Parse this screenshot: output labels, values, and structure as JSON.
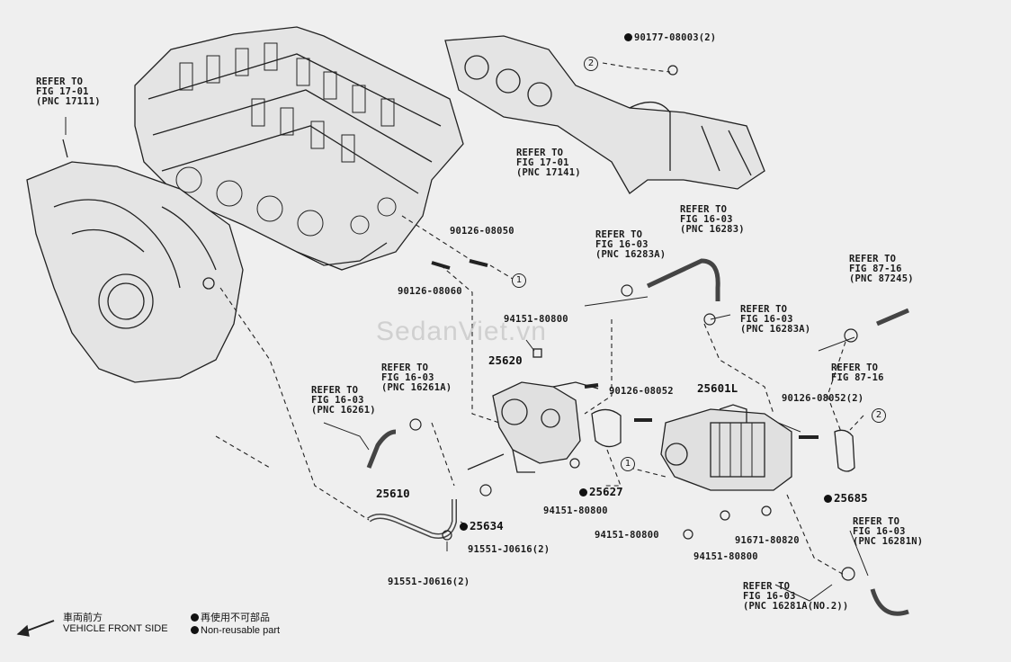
{
  "watermark": "SedanViet.vn",
  "refs": {
    "r1": [
      "REFER TO",
      "FIG 17-01",
      "(PNC 17111)"
    ],
    "r2": [
      "REFER TO",
      "FIG 17-01",
      "(PNC 17141)"
    ],
    "r3": [
      "REFER TO",
      "FIG 16-03",
      "(PNC 16283)"
    ],
    "r4": [
      "REFER TO",
      "FIG 16-03",
      "(PNC 16283A)"
    ],
    "r5": [
      "REFER TO",
      "FIG 87-16",
      "(PNC 87245)"
    ],
    "r6": [
      "REFER TO",
      "FIG 16-03",
      "(PNC 16283A)"
    ],
    "r7": [
      "REFER TO",
      "FIG 87-16"
    ],
    "r8": [
      "REFER TO",
      "FIG 16-03",
      "(PNC 16261A)"
    ],
    "r9": [
      "REFER TO",
      "FIG 16-03",
      "(PNC 16261)"
    ],
    "r10": [
      "REFER TO",
      "FIG 16-03",
      "(PNC 16281N)"
    ],
    "r11": [
      "REFER TO",
      "FIG 16-03",
      "(PNC 16281A(NO.2))"
    ]
  },
  "parts": {
    "p90177": "90177-08003(2)",
    "p90126_050": "90126-08050",
    "p90126_060": "90126-08060",
    "p94151_a": "94151-80800",
    "p25620": "25620",
    "p90126_052": "90126-08052",
    "p25601L": "25601L",
    "p90126_052_2": "90126-08052(2)",
    "p25627": "25627",
    "p94151_b": "94151-80800",
    "p25685": "25685",
    "p25610": "25610",
    "p25634": "25634",
    "p91551_a": "91551-J0616(2)",
    "p91551_b": "91551-J0616(2)",
    "p94151_c": "94151-80800",
    "p91671": "91671-80820",
    "p94151_d": "94151-80800"
  },
  "markers": {
    "m1": "1",
    "m2": "2"
  },
  "legend": {
    "front_jp": "車両前方",
    "front_en": "VEHICLE FRONT SIDE",
    "nonreuse_jp": "再使用不可部品",
    "nonreuse_en": "Non-reusable part"
  }
}
